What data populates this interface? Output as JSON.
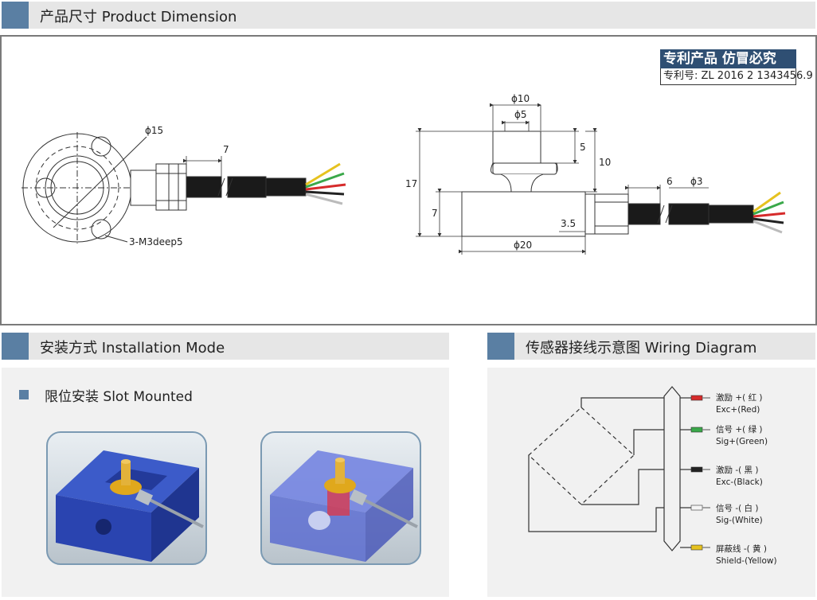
{
  "sections": {
    "dimension": {
      "title": "产品尺寸 Product Dimension"
    },
    "installation": {
      "title": "安装方式 Installation Mode",
      "mode_label": "限位安装 Slot Mounted"
    },
    "wiring": {
      "title": "传感器接线示意图  Wiring Diagram"
    }
  },
  "patent": {
    "headline": "专利产品 仿冒必究",
    "number": "专利号: ZL 2016 2 1343456.9"
  },
  "dimensions": {
    "front": {
      "phi15": "ϕ15",
      "w7": "7",
      "thread": "3-M3deep5"
    },
    "side": {
      "phi10": "ϕ10",
      "phi5": "ϕ5",
      "h5": "5",
      "h10": "10",
      "h17": "17",
      "h7": "7",
      "h3_5": "3.5",
      "phi20": "ϕ20",
      "w6": "6",
      "phi3": "ϕ3"
    }
  },
  "wiring": {
    "wires": [
      {
        "cn": "激励 +( 红 )",
        "en": "Exc+(Red)",
        "color": "#d62b2b"
      },
      {
        "cn": "信号 +( 绿 )",
        "en": "Sig+(Green)",
        "color": "#3aa84a"
      },
      {
        "cn": "激励 -( 黑 )",
        "en": "Exc-(Black)",
        "color": "#222222"
      },
      {
        "cn": "信号 -( 白 )",
        "en": "Sig-(White)",
        "color": "#f4f4f4"
      },
      {
        "cn": "屏蔽线 -( 黄 )",
        "en": "Shield-(Yellow)",
        "color": "#e6c21f"
      }
    ]
  },
  "colors": {
    "accent": "#5a7fa3",
    "header_bg": "#e6e6e6",
    "panel_bg": "#f1f1f1",
    "patent_bg": "#2f4f73"
  }
}
